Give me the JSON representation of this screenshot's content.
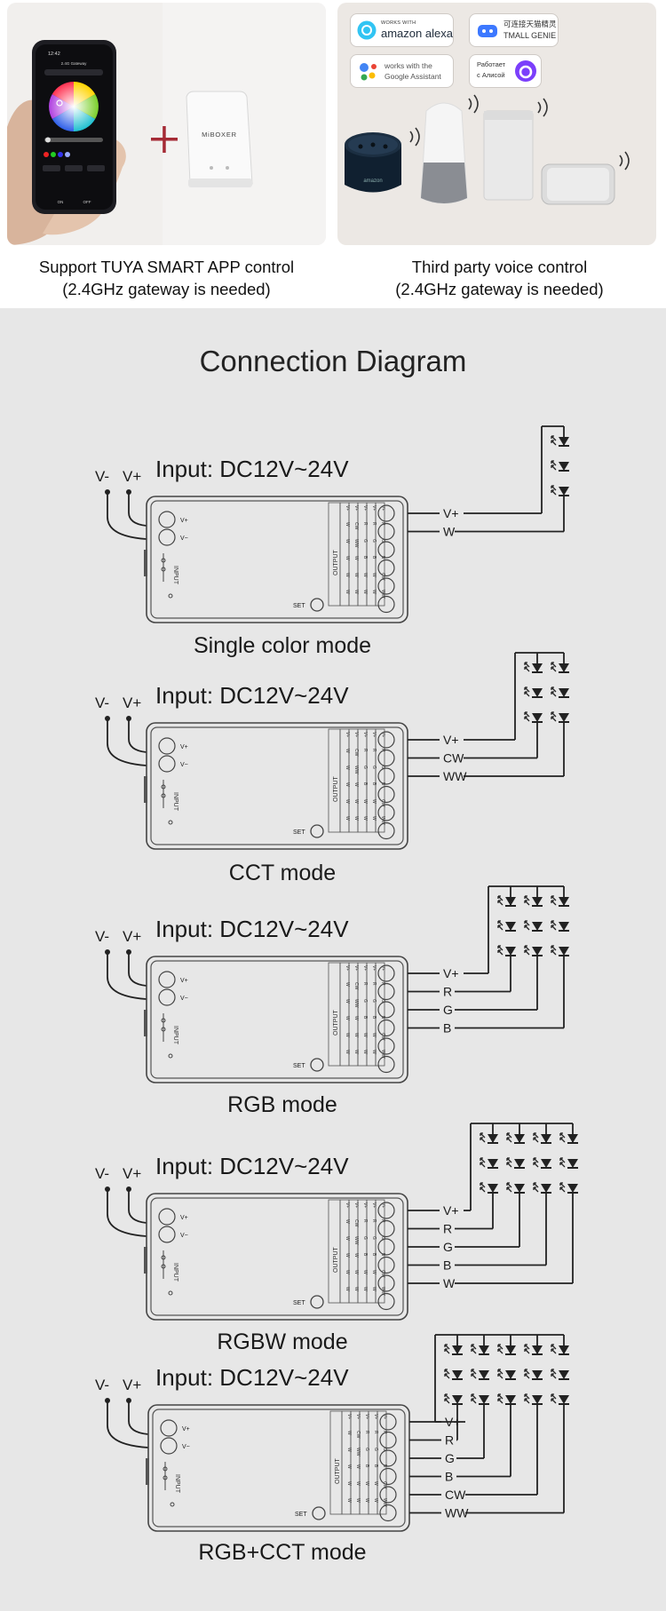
{
  "top": {
    "app_caption_line1": "Support TUYA SMART APP control",
    "app_caption_line2": "(2.4GHz gateway is needed)",
    "voice_caption_line1": "Third party voice control",
    "voice_caption_line2": "(2.4GHz gateway is needed)",
    "phone": {
      "time": "12:42",
      "screen_title": "2.4G Gateway",
      "buttons": [
        "ON",
        "OFF"
      ]
    },
    "gateway_brand": "MiBOXER",
    "badges": {
      "alexa_small": "WORKS WITH",
      "alexa_main": "amazon alexa",
      "tmall_cn": "可连接天猫精灵",
      "tmall_en": "TMALL GENIE",
      "google_line1": "works with the",
      "google_line2": "Google Assistant",
      "alice_line1": "Работает",
      "alice_line2": "с Алисой"
    },
    "echo_brand": "amazon"
  },
  "diagram": {
    "title": "Connection Diagram",
    "input_label": "Input: DC12V~24V",
    "terminal_vminus": "V-",
    "terminal_vplus": "V+",
    "board_vplus": "V+",
    "board_vminus": "V−",
    "board_input": "INPUT",
    "board_output": "OUTPUT",
    "board_set": "SET",
    "table_columns": [
      [
        "V+",
        "W",
        "W",
        "W",
        "W",
        "W"
      ],
      [
        "V+",
        "CW",
        "WW",
        "W",
        "W",
        "W"
      ],
      [
        "V+",
        "R",
        "G",
        "B",
        "W",
        "W"
      ],
      [
        "V+",
        "R",
        "G",
        "B",
        "W",
        "W"
      ],
      [
        "V+",
        "R",
        "G",
        "B",
        "CW",
        "WW"
      ]
    ],
    "modes": [
      {
        "name": "Single color mode",
        "wires": [
          "V+",
          "W"
        ]
      },
      {
        "name": "CCT mode",
        "wires": [
          "V+",
          "CW",
          "WW"
        ]
      },
      {
        "name": "RGB mode",
        "wires": [
          "V+",
          "R",
          "G",
          "B"
        ]
      },
      {
        "name": "RGBW mode",
        "wires": [
          "V+",
          "R",
          "G",
          "B",
          "W"
        ]
      },
      {
        "name": "RGB+CCT mode",
        "wires": [
          "V+",
          "R",
          "G",
          "B",
          "CW",
          "WW"
        ]
      }
    ]
  },
  "colors": {
    "accent_red": "#a52a35",
    "background_gray": "#e7e7e7",
    "line": "#222222"
  }
}
